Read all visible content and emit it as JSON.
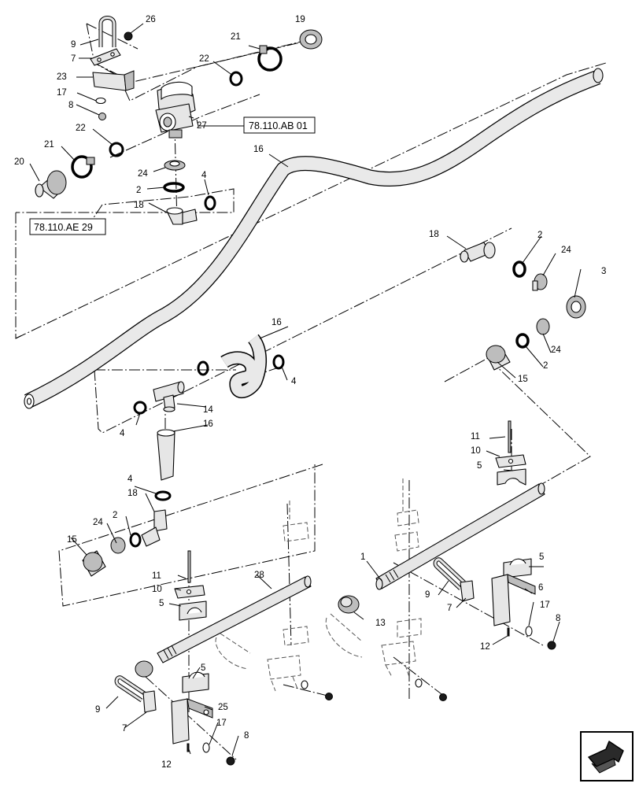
{
  "references": {
    "top": "78.110.AB 01",
    "left": "78.110.AE 29"
  },
  "callouts": {
    "c1": "1",
    "c2a": "2",
    "c2b": "2",
    "c2c": "2",
    "c2d": "2",
    "c3": "3",
    "c4a": "4",
    "c4b": "4",
    "c4c": "4",
    "c4d": "4",
    "c5a": "5",
    "c5b": "5",
    "c5c": "5",
    "c5d": "5",
    "c6": "6",
    "c7a": "7",
    "c7b": "7",
    "c7c": "7",
    "c8a": "8",
    "c8b": "8",
    "c8c": "8",
    "c9a": "9",
    "c9b": "9",
    "c9c": "9",
    "c10a": "10",
    "c10b": "10",
    "c11a": "11",
    "c11b": "11",
    "c12a": "12",
    "c12b": "12",
    "c13": "13",
    "c14": "14",
    "c15a": "15",
    "c15b": "15",
    "c16a": "16",
    "c16b": "16",
    "c16c": "16",
    "c17a": "17",
    "c17b": "17",
    "c17c": "17",
    "c18a": "18",
    "c18b": "18",
    "c18c": "18",
    "c19": "19",
    "c20": "20",
    "c21a": "21",
    "c21b": "21",
    "c22a": "22",
    "c22b": "22",
    "c23": "23",
    "c24a": "24",
    "c24b": "24",
    "c24c": "24",
    "c24d": "24",
    "c25": "25",
    "c26": "26",
    "c27": "27",
    "c28": "28"
  },
  "icons": {
    "nav": "next-page-arrow-icon"
  }
}
